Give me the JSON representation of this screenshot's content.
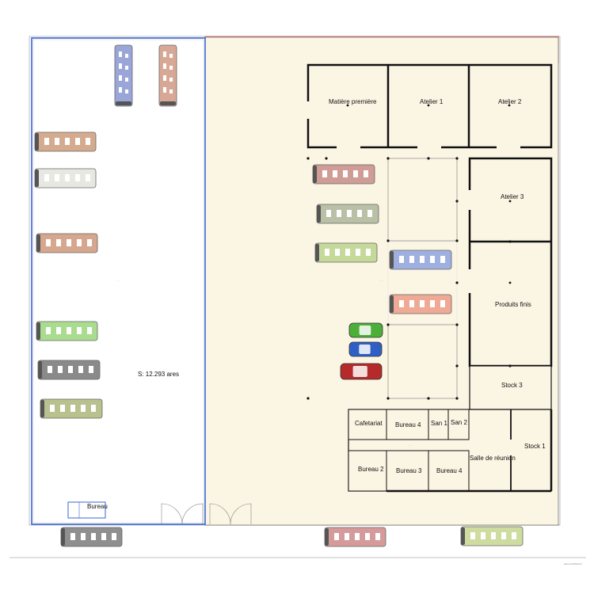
{
  "site": {
    "area_label": "S: 12.293 ares",
    "watermark": "www.archifacile.fr"
  },
  "rooms": {
    "matiere_premiere": "Matière première",
    "atelier_1": "Atelier 1",
    "atelier_2": "Atelier 2",
    "atelier_3": "Atelier 3",
    "produits_finis": "Produits finis",
    "stock_3": "Stock 3",
    "stock_1": "Stock 1",
    "cafetariat": "Cafetariat",
    "bureau_4_top": "Bureau 4",
    "san_1": "San 1",
    "san_2": "San 2",
    "salle_reunion": "Salle de réunion",
    "bureau_2": "Bureau 2",
    "bureau_3": "Bureau 3",
    "bureau_4_bottom": "Bureau 4",
    "bureau_guard": "Bureau"
  },
  "colors": {
    "floor": "#fbf5e4",
    "lot_border": "#3a66d6",
    "site_border": "#d24a4a",
    "wall": "#111111"
  },
  "vehicles": {
    "buses": [
      {
        "name": "bus-vertical-blue",
        "color": "#9aa6d8"
      },
      {
        "name": "bus-vertical-salmon",
        "color": "#d8a896"
      },
      {
        "name": "bus-left-1",
        "color": "#d4ab8f"
      },
      {
        "name": "bus-left-2",
        "color": "#e8e8e2"
      },
      {
        "name": "bus-left-3",
        "color": "#d6a78f"
      },
      {
        "name": "bus-left-4",
        "color": "#a9dc8f"
      },
      {
        "name": "bus-left-5",
        "color": "#8a8a8a"
      },
      {
        "name": "bus-left-6",
        "color": "#b9c18e"
      },
      {
        "name": "bus-mid-1",
        "color": "#cf9d95"
      },
      {
        "name": "bus-mid-2",
        "color": "#b8c0a5"
      },
      {
        "name": "bus-mid-3",
        "color": "#c5d99a"
      },
      {
        "name": "bus-mid-4",
        "color": "#9fb0e0"
      },
      {
        "name": "bus-mid-5",
        "color": "#efaa95"
      },
      {
        "name": "bus-bottom-1",
        "color": "#8f8f8f"
      },
      {
        "name": "bus-bottom-2",
        "color": "#d59a9a"
      },
      {
        "name": "bus-bottom-3",
        "color": "#cfdca0"
      }
    ],
    "cars": [
      {
        "name": "car-green",
        "color": "#4caf3a"
      },
      {
        "name": "car-blue",
        "color": "#2f5fc4"
      },
      {
        "name": "car-red",
        "color": "#b52a2a"
      }
    ]
  }
}
